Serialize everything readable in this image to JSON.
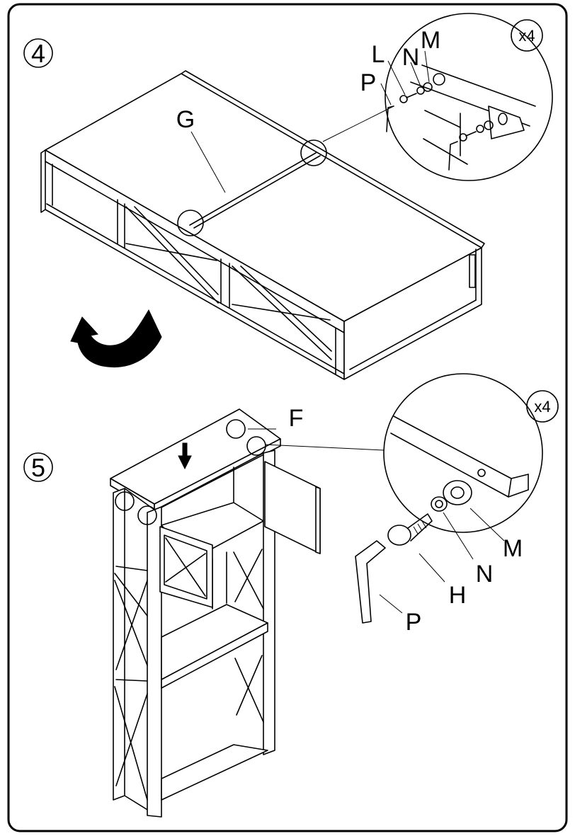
{
  "steps": [
    {
      "number": "4",
      "part_labels": {
        "g": "G",
        "l": "L",
        "n": "N",
        "m": "M",
        "p": "P"
      },
      "multiplier": "x4"
    },
    {
      "number": "5",
      "part_labels": {
        "f": "F",
        "m": "M",
        "n": "N",
        "h": "H",
        "p": "P"
      },
      "multiplier": "x4"
    }
  ]
}
